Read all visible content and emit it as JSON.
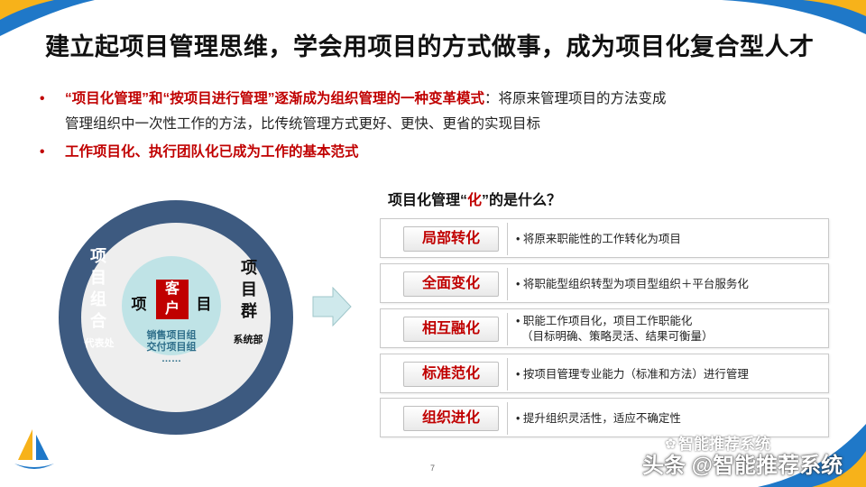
{
  "title": "建立起项目管理思维，学会用项目的方式做事，成为项目化复合型人才",
  "bullets": [
    {
      "dot": "•",
      "red": "“项目化管理”和“按项目进行管理”逐渐成为组织管理的一种变革模式",
      "rest": "：将原来管理项目的方法变成",
      "line2": "管理组织中一次性工作的方法，比传统管理方式更好、更快、更省的实现目标"
    },
    {
      "dot": "•",
      "red": "工作项目化、执行团队化已成为工作的基本范式"
    }
  ],
  "diagram": {
    "outer_left": [
      "项",
      "目",
      "组",
      "合"
    ],
    "outer_left_sub": "代表处",
    "outer_right": [
      "项",
      "目",
      "群"
    ],
    "outer_right_sub": "系统部",
    "inner_left": "项",
    "inner_right": "目",
    "customer": [
      "客",
      "户"
    ],
    "inner_sub": [
      "销售项目组",
      "交付项目组",
      "……"
    ]
  },
  "right_title": {
    "pre": "项目化管理“",
    "hl": "化",
    "post": "”的是什么？"
  },
  "items": [
    {
      "tag": "局部转化",
      "desc": [
        "• 将原来职能性的工作转化为项目"
      ]
    },
    {
      "tag": "全面变化",
      "desc": [
        "• 将职能型组织转型为项目型组织＋平台服务化"
      ]
    },
    {
      "tag": "相互融化",
      "desc": [
        "• 职能工作项目化，项目工作职能化",
        "（目标明确、策略灵活、结果可衡量）"
      ]
    },
    {
      "tag": "标准范化",
      "desc": [
        "• 按项目管理专业能力（标准和方法）进行管理"
      ]
    },
    {
      "tag": "组织进化",
      "desc": [
        "• 提升组织灵活性，适应不确定性"
      ]
    }
  ],
  "page_number": "7",
  "watermark": "智能推荐系统",
  "footer": "头条 @智能推荐系统",
  "colors": {
    "accent_red": "#c00000",
    "navy": "#3d5a80",
    "teal": "#bfe3e6"
  }
}
